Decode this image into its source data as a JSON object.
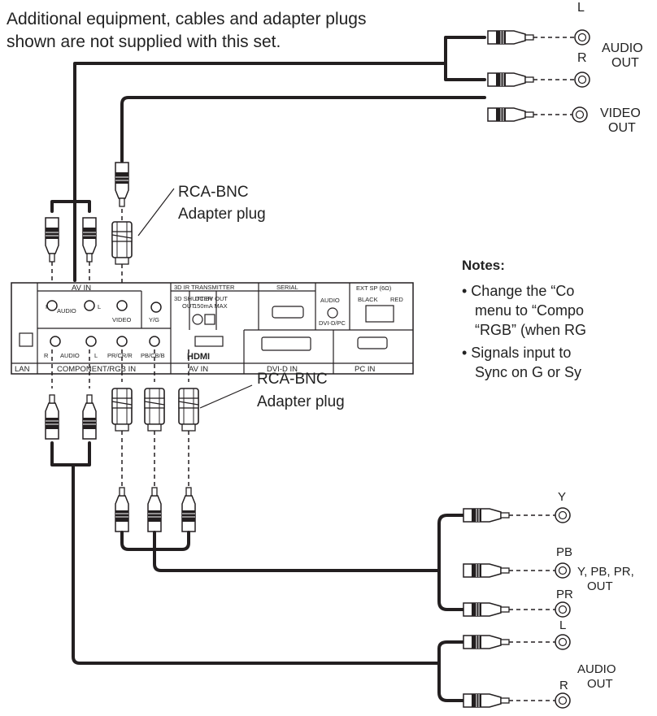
{
  "header_note_line1": "Additional equipment, cables and adapter plugs",
  "header_note_line2": "shown are not supplied with this set.",
  "top_device": {
    "audio_l": "L",
    "audio_r": "R",
    "audio_out_1": "AUDIO",
    "audio_out_2": "OUT",
    "video_out_1": "VIDEO",
    "video_out_2": "OUT"
  },
  "adapter_top_1": "RCA-BNC",
  "adapter_top_2": "Adapter plug",
  "adapter_bottom_1": "RCA-BNC",
  "adapter_bottom_2": "Adapter plug",
  "panel": {
    "av_in": "AV IN",
    "r": "R",
    "audio": "AUDIO",
    "l": "L",
    "video": "VIDEO",
    "yg": "Y/G",
    "ir_transmitter": "3D IR TRANSMITTER",
    "serial": "SERIAL",
    "audio_label": "AUDIO",
    "ext_sp": "EXT SP (6Ω)",
    "shutter_1": "3D SHUTTER",
    "shutter_2": "OUT",
    "dc_1": "DC 8V OUT",
    "dc_2": "150mA MAX",
    "black": "BLACK",
    "red": "RED",
    "dvid_pc": "DVI-D/PC",
    "r2": "R",
    "audio2": "AUDIO",
    "l2": "L",
    "pr": "PR/CR/R",
    "pb": "PB/CB/B",
    "hdmi": "HDMI",
    "lan": "LAN",
    "component": "COMPONENT/RGB IN",
    "av_in2": "AV IN",
    "dvid_in": "DVI-D IN",
    "pc_in": "PC IN"
  },
  "notes": {
    "title": "Notes:",
    "line1": "• Change the “Co",
    "line2": "menu to “Compo",
    "line3": "“RGB” (when RG",
    "line4": "• Signals input to",
    "line5": "Sync on G or Sy"
  },
  "bottom_device": {
    "y": "Y",
    "pb": "PB",
    "pr": "PR",
    "ypbpr": "Y,  PB, PR,",
    "out": "OUT",
    "audio_l": "L",
    "audio_r": "R",
    "audio": "AUDIO",
    "audio_out": "OUT"
  }
}
